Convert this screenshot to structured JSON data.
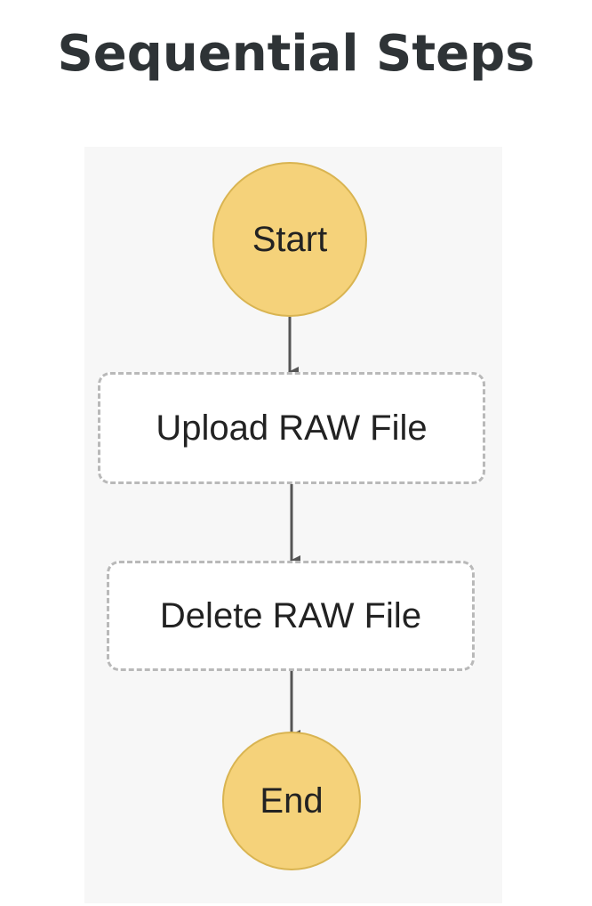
{
  "title": "Sequential Steps",
  "nodes": {
    "start": "Start",
    "upload": "Upload RAW File",
    "delete": "Delete RAW File",
    "end": "End"
  },
  "colors": {
    "terminal_fill": "#f5d27a",
    "task_border": "#b9b9b9",
    "arrow": "#555555"
  }
}
